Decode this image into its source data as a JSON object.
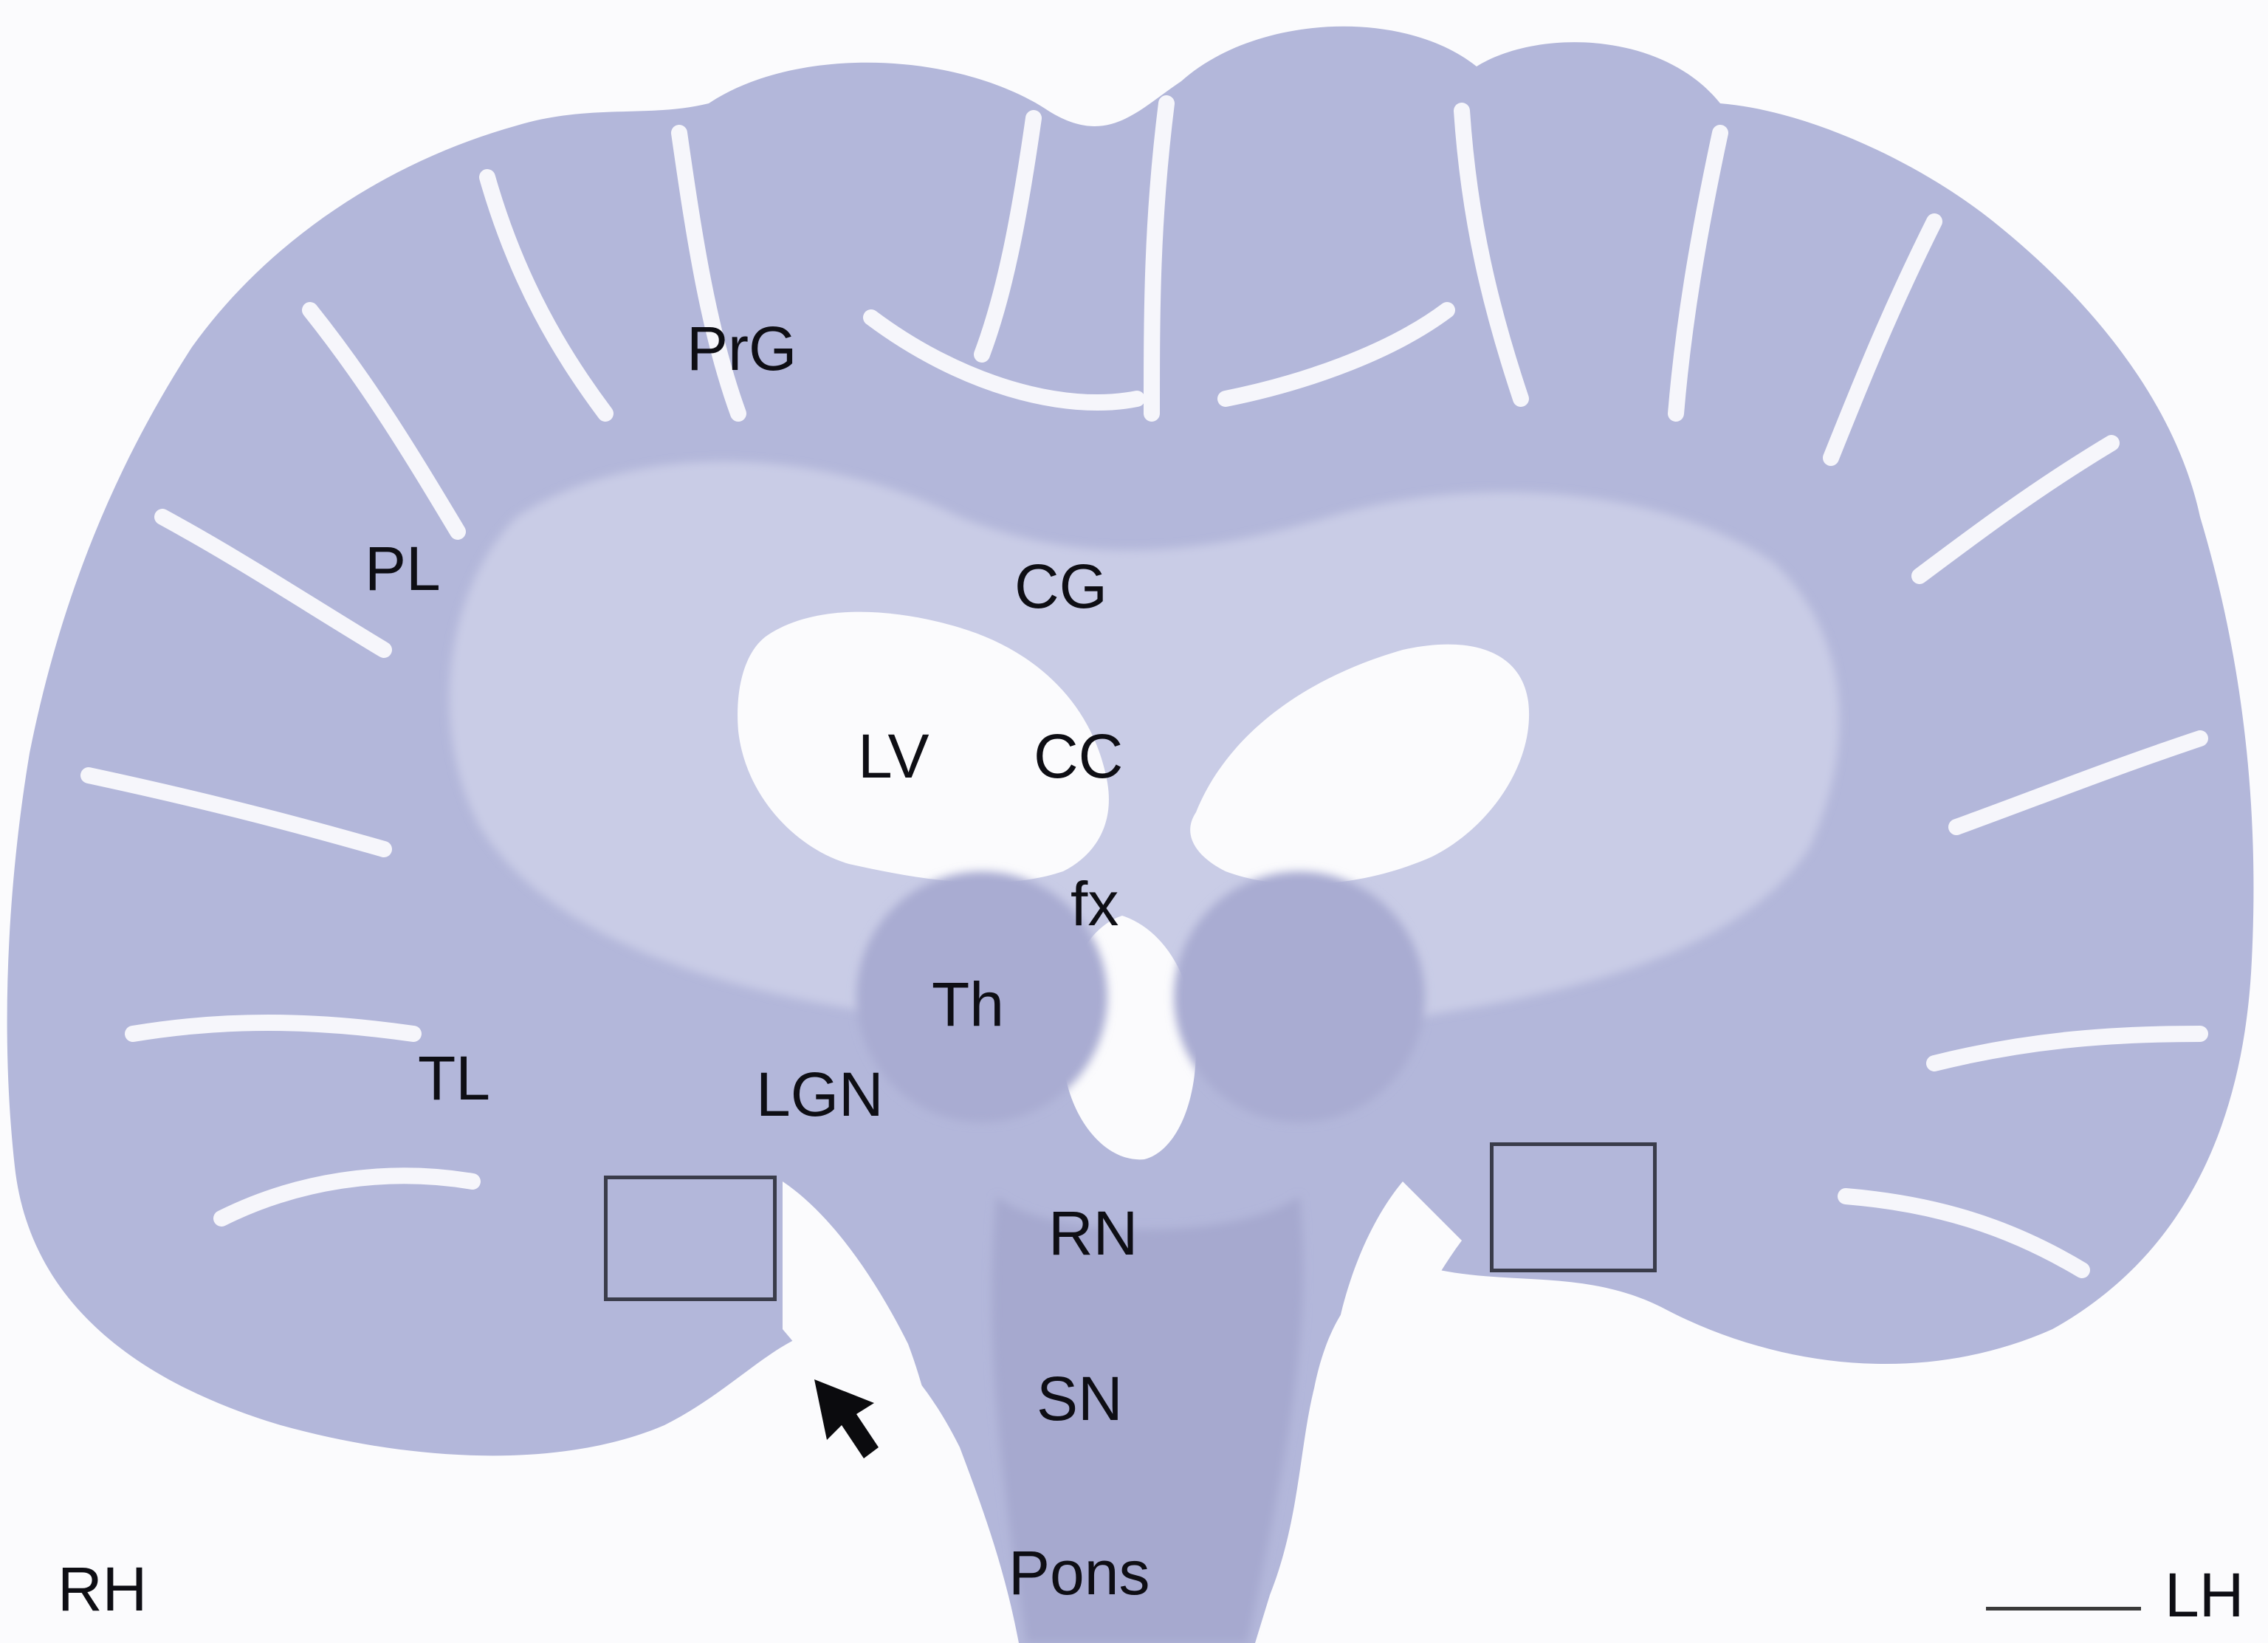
{
  "figure": {
    "type": "coronal brain section, Nissl-stained histology",
    "colors": {
      "background": "#fbfbfd",
      "tissue_gray_matter": "#aeb2d6",
      "tissue_white_matter": "#c7cae4",
      "ventricle": "#fbfbfd",
      "label_text": "#0e0e14",
      "box_outline": "#3a3c4a"
    },
    "labels": {
      "prg": "PrG",
      "pl": "PL",
      "cg": "CG",
      "lv": "LV",
      "cc": "CC",
      "fx": "fx",
      "th": "Th",
      "tl": "TL",
      "lgn": "LGN",
      "rn": "RN",
      "sn": "SN",
      "pons": "Pons",
      "rh": "RH",
      "lh": "LH"
    },
    "annotations": {
      "left_box": "hippocampal region box (right hemisphere)",
      "right_box": "hippocampal region box (left hemisphere)",
      "arrow": "arrow pointing to lesion site"
    }
  }
}
